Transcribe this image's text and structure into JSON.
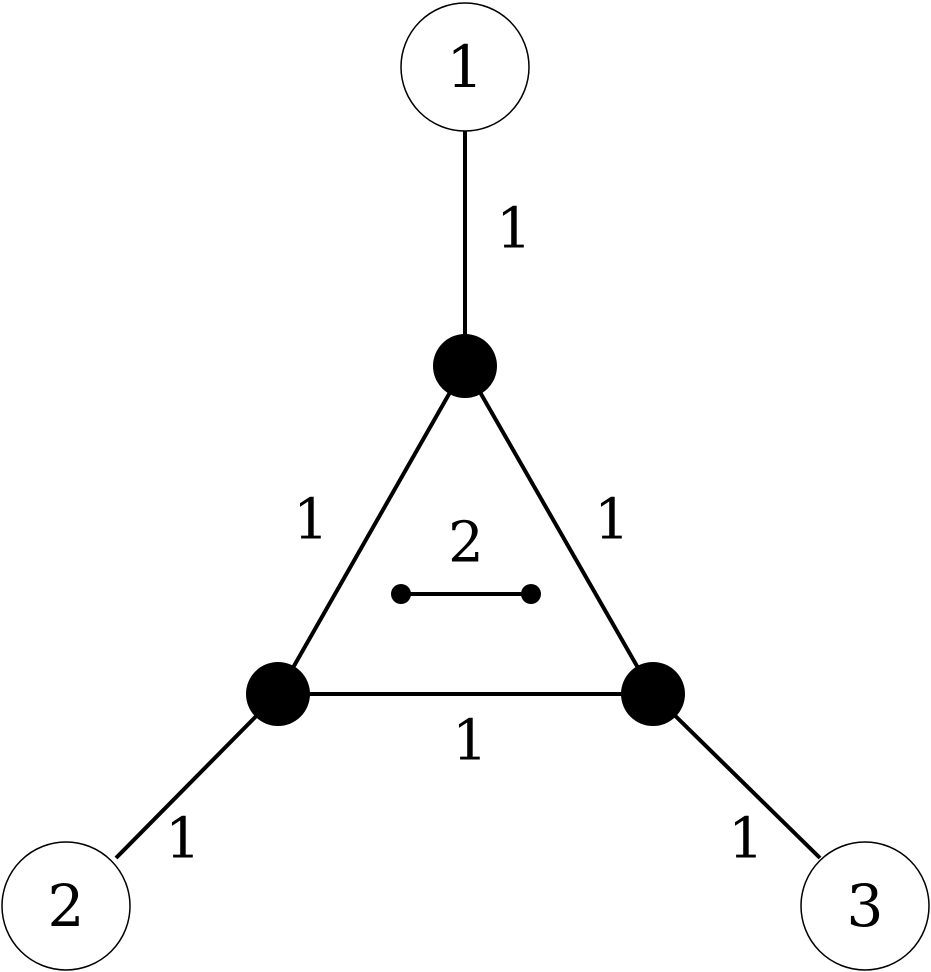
{
  "terminals": [
    {
      "id": "t1",
      "label": "1"
    },
    {
      "id": "t2",
      "label": "2"
    },
    {
      "id": "t3",
      "label": "3"
    }
  ],
  "edges": {
    "top_leg": {
      "weight": "1"
    },
    "left_leg": {
      "weight": "1"
    },
    "right_leg": {
      "weight": "1"
    },
    "triangle_left": {
      "weight": "1"
    },
    "triangle_right": {
      "weight": "1"
    },
    "triangle_bottom": {
      "weight": "1"
    }
  },
  "inner_edge": {
    "weight": "2"
  }
}
